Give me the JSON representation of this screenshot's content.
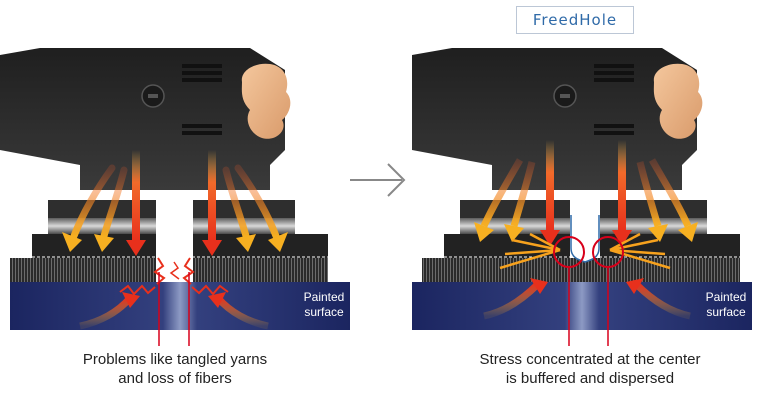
{
  "brand": {
    "name": "FreedHole"
  },
  "left_panel": {
    "surface_label_line1": "Painted",
    "surface_label_line2": "surface",
    "caption_line1": "Problems like tangled yarns",
    "caption_line2": "and loss of fibers"
  },
  "right_panel": {
    "surface_label_line1": "Painted",
    "surface_label_line2": "surface",
    "caption_line1": "Stress concentrated at the center",
    "caption_line2": "is buffered and dispersed"
  },
  "colors": {
    "arrow_hot": "#e8301c",
    "arrow_warm": "#f7b021",
    "tool_body": "#2b2b2b",
    "surface": "#1f2a63",
    "brand_text": "#2f6aa8",
    "callout": "#d8001a"
  },
  "icons": {
    "transition": "arrow-right-icon"
  }
}
